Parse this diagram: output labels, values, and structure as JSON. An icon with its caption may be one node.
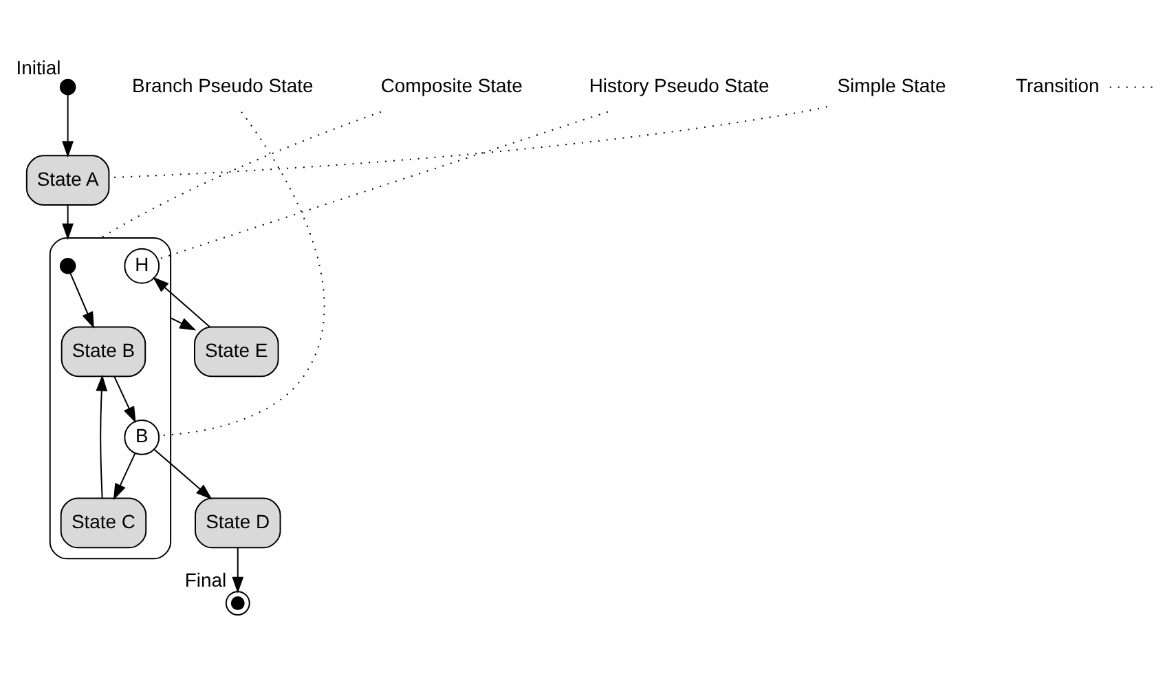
{
  "diagram": {
    "nodes": [
      {
        "text": [],
        "shape": "circle",
        "beside": [
          "Initial"
        ]
      },
      {
        "text": [
          "State A"
        ]
      },
      {
        "text": [],
        "shape": "box"
      },
      {
        "text": [],
        "shape": "circle",
        "in": 2
      },
      {
        "text": [
          "State B"
        ],
        "in": 2
      },
      {
        "text": [
          "H"
        ],
        "in": 2
      },
      {
        "text": [
          "B"
        ],
        "in": 2
      },
      {
        "text": [
          "State C"
        ],
        "in": 2
      },
      {
        "text": [
          "State E"
        ]
      },
      {
        "text": [
          "State D"
        ]
      },
      {
        "text": [],
        "shape": "circle",
        "beside": [
          "Final"
        ]
      },
      {
        "text": [
          "Simple State"
        ]
      },
      {
        "text": [
          "Transition"
        ]
      },
      {
        "text": [
          "Composite State"
        ]
      },
      {
        "text": [
          "History Pseudo State"
        ]
      },
      {
        "text": [
          "Branch Pseudo State"
        ]
      }
    ],
    "edges": [
      {
        "from": 0,
        "to": 1,
        "arrow": "to"
      },
      {
        "from": 1,
        "to": 2,
        "arrow": "to"
      },
      {
        "from": 3,
        "to": 4,
        "arrow": "to"
      },
      {
        "from": 4,
        "to": 6,
        "arrow": "to"
      },
      {
        "from": 6,
        "to": 7,
        "arrow": "to"
      },
      {
        "from": 7,
        "to": 4,
        "arrow": "to"
      },
      {
        "from": 6,
        "to": 9,
        "arrow": "to"
      },
      {
        "from": 9,
        "to": 10,
        "arrow": "to"
      },
      {
        "from": 2,
        "to": 8,
        "arrow": "to"
      },
      {
        "from": 8,
        "to": 5,
        "arrow": "to"
      },
      {
        "from": 11,
        "to": 1,
        "arrow": "none",
        "style": "dashed"
      },
      {
        "from": 12,
        "to": null,
        "arrow": "none",
        "style": "dashed"
      },
      {
        "from": 13,
        "to": 2,
        "arrow": "none",
        "style": "dashed"
      },
      {
        "from": 14,
        "to": 5,
        "arrow": "none",
        "style": "dashed"
      },
      {
        "from": 15,
        "to": 6,
        "arrow": "none",
        "style": "dashed"
      }
    ]
  }
}
